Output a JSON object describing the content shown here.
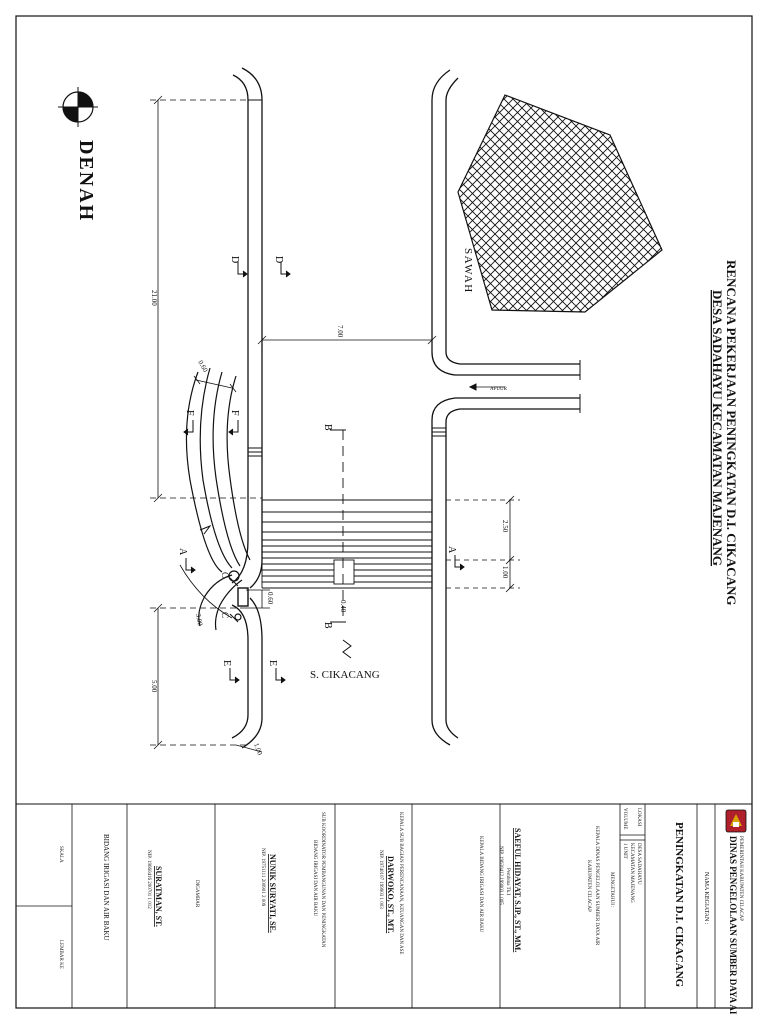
{
  "drawing": {
    "view_title": "DENAH",
    "project_title_line1": "RENCANA PEKERJAAN PENINGKATAN D.I. CIKACANG",
    "project_title_line2": "DESA SADAHAYU KECAMATAN MAJENANG",
    "label_sawah": "SAWAH",
    "label_river": "S. CIKACANG",
    "label_flow": "AFUUR",
    "dims": {
      "d2100": "21.00",
      "d700": "7.00",
      "d060a": "0.60",
      "d060b": "0.60",
      "d250": "2.50",
      "d100a": "1.00",
      "d300": "3.00",
      "d500": "5.00",
      "d100b": "1.00",
      "d040": "0.40"
    },
    "sections": {
      "a": "A",
      "b": "B",
      "c": "C",
      "d": "D",
      "e": "E",
      "f": "F"
    }
  },
  "titleblock": {
    "agency_small": "PEMERINTAH KABUPATEN CILACAP",
    "agency_main": "DINAS PENGELOLAAN SUMBER DAYA AI",
    "nama_kegiatan_label": "NAMA KEGIATAN :",
    "kegiatan_title": "PENINGKATAN D.I. CIKACANG",
    "lokasi_label": "LOKASI",
    "lokasi_value1": "DESA SADAHAYU",
    "lokasi_value2": "KECAMATAN MAJENANG",
    "volume_label": "VOLUME",
    "volume_value": "1 UNIT",
    "mengetahui": "MENGETAHUI :",
    "kepala_dinas_line1": "KEPALA DINAS PENGELOLAAN SUMBER DAYA AIR",
    "kepala_dinas_line2": "KABUPATEN CILACAP",
    "kepala_bidang": "KEPALA BIDANG IRIGASI DAN AIR BAKU",
    "saeful_name": "SAEFUL HIDAYAT, S.IP., ST., MM.",
    "saeful_rank": "Pembina Tk.I",
    "saeful_nip": "NIP. 19630412 199003 1 005",
    "kasubbag": "KEPALA SUB BAGIAN PERENCANAAN, KEUANGAN DAN ASE",
    "darwoko_name": "DARWOKO, ST., MT.",
    "darwoko_nip": "NIP. 19740107 199903 1 003",
    "subkoor_line1": "SUB KOORDINATOR PEMBANGUNAN DAN PENINGKATAN",
    "subkoor_line2": "BIDANG IRIGASI DAN AIR BAKU",
    "nunik_name": "NUNIK SURYATI, SE.",
    "nunik_nip": "NIP. 19751111 200901 2 009",
    "digambar": "DIGAMBAR",
    "suratman_name": "SURATMAN, ST.",
    "suratman_nip": "NIP. 19660416 200701 1 012",
    "bidang": "BIDANG IRIGASI DAN AIR BAKU",
    "skala": "SKALA",
    "lembar": "LEMBAR KE"
  },
  "colors": {
    "ink": "#111111",
    "logo_red": "#b0202a",
    "logo_gold": "#d9a400"
  }
}
